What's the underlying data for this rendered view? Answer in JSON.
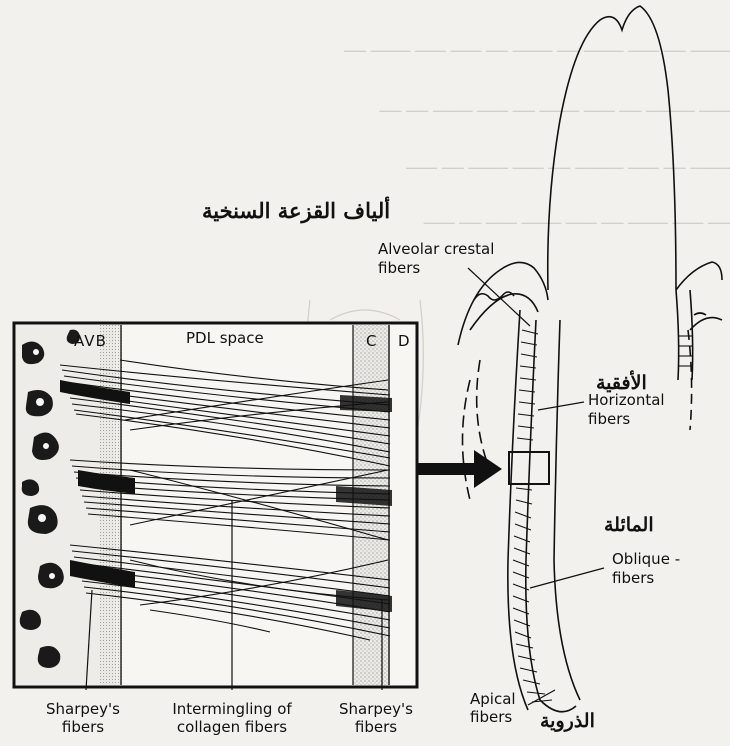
{
  "box_labels": {
    "avb": "AVB",
    "pdl_space": "PDL space",
    "c": "C",
    "d": "D"
  },
  "tooth_labels": {
    "alveolar_crestal": "Alveolar crestal\nfibers",
    "horizontal": "Horizontal\nfibers",
    "oblique": "Oblique -\nfibers",
    "apical": "Apical\nfibers"
  },
  "bottom_labels": {
    "sharpey_left": "Sharpey's\nfibers",
    "intermingling": "Intermingling of\ncollagen fibers",
    "sharpey_right": "Sharpey's\nfibers"
  },
  "arabic_labels": {
    "alveolar_crestal": "ألياف القزعة السنخية",
    "horizontal": "الأفقية",
    "oblique": "المائلة",
    "apical": "الذروية"
  }
}
